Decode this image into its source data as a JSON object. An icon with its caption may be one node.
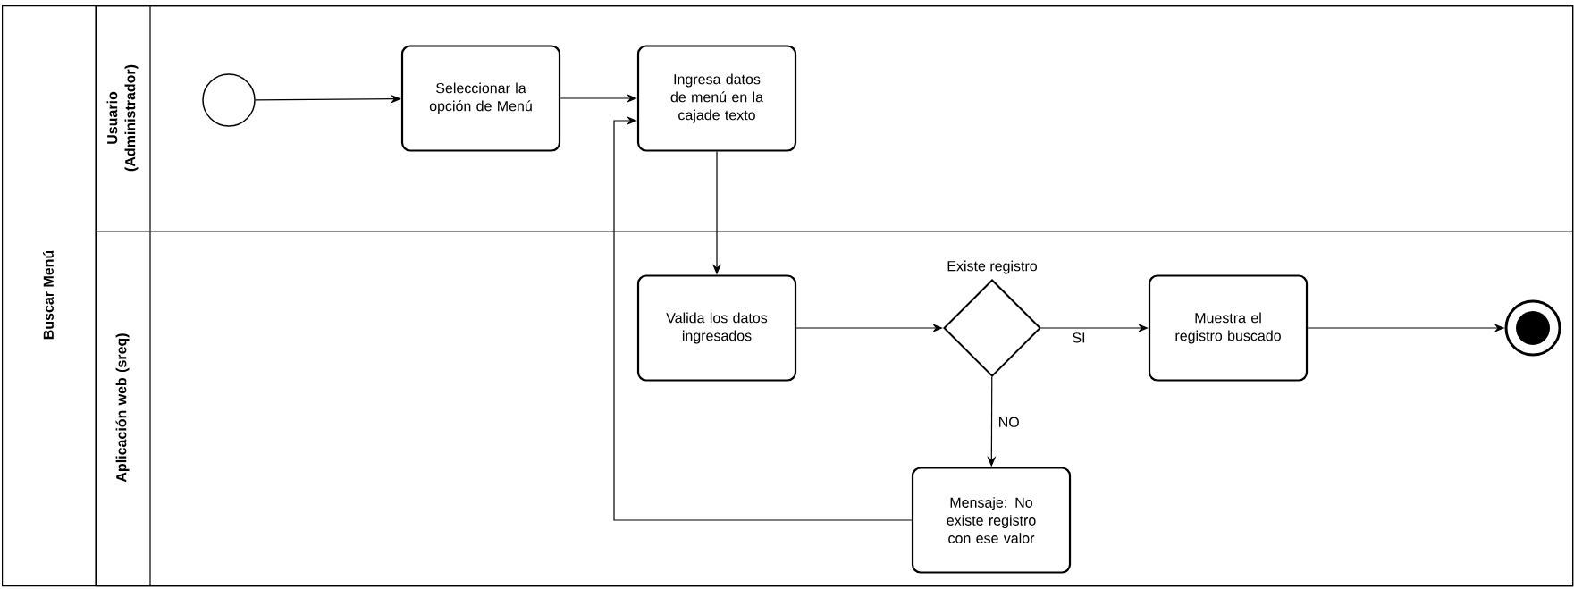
{
  "diagram": {
    "nodes": [
      {
        "text": [
          "Buscar Menú"
        ]
      },
      {
        "text": [
          "Usuario (Administrador)"
        ],
        "in": 0
      },
      {
        "text": [
          "Aplicación web (sreq)"
        ],
        "in": 0
      },
      {
        "text": [],
        "shape": "circle",
        "in": 1
      },
      {
        "text": [
          "Seleccionar la opción de Menú"
        ],
        "in": 1
      },
      {
        "text": [
          "Ingresa datos de menú en la cajade texto"
        ],
        "in": 1
      },
      {
        "text": [
          "Valida los datos ingresados"
        ],
        "in": 2
      },
      {
        "text": [
          "Existe registro"
        ],
        "in": 2
      },
      {
        "text": [
          "Muestra el registro buscado"
        ],
        "in": 2
      },
      {
        "text": [],
        "shape": "circle",
        "in": 2
      },
      {
        "text": [
          "Mensaje: No existe registro con ese valor"
        ],
        "in": 2
      }
    ],
    "edges": [
      {
        "from": 3,
        "to": 4,
        "arrow": "to"
      },
      {
        "from": 4,
        "to": 5,
        "arrow": "to"
      },
      {
        "from": 5,
        "to": 6,
        "arrow": "to"
      },
      {
        "from": 6,
        "to": 7,
        "arrow": "to"
      },
      {
        "from": 7,
        "to": 8,
        "arrow": "to",
        "label": "SI"
      },
      {
        "from": 7,
        "to": 10,
        "arrow": "to",
        "label": "NO"
      },
      {
        "from": 10,
        "to": 5,
        "arrow": "to"
      },
      {
        "from": 8,
        "to": 9,
        "arrow": "to"
      }
    ]
  }
}
